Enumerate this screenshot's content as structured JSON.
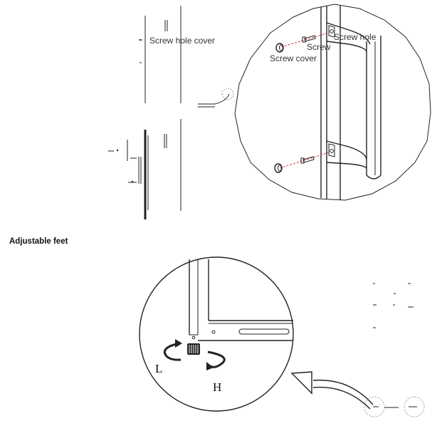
{
  "top_labels": {
    "screw_hole_cover": "Screw hole cover",
    "screw_hole": "Screw hole",
    "screw": "Screw",
    "screw_cover": "Screw cover"
  },
  "bottom_section": {
    "heading": "Adjustable feet",
    "letter_l": "L",
    "letter_h": "H"
  },
  "colors": {
    "line": "#222222",
    "dash_accent": "#d23a3a",
    "background": "#ffffff"
  }
}
